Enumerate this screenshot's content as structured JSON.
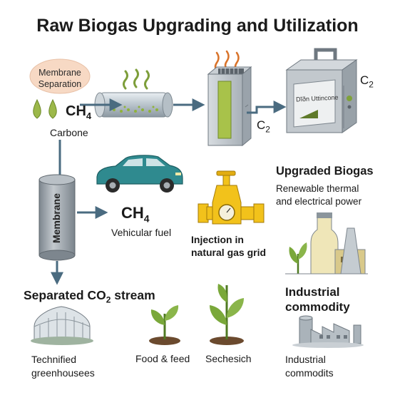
{
  "title": "Raw Biogas Upgrading and Utilization",
  "labels": {
    "membrane_separation": "Membrane Separation",
    "ch4_top": "CH",
    "ch4_top_sub": "4",
    "carbone": "Carbone",
    "c2_mid": "C",
    "c2_mid_sub": "2",
    "c2_right": "C",
    "c2_right_sub": "2",
    "panel_text": "Dĩðn Uttincone",
    "upgraded_biogas": "Upgraded Biogas",
    "renewable_line1": "Renewable thermal",
    "renewable_line2": "and electrical power",
    "membrane": "Membrane",
    "ch4_mid": "CH",
    "ch4_mid_sub": "4",
    "vehicular_fuel": "Vehicular fuel",
    "injection_line1": "Injection in",
    "injection_line2": "natural gas grid",
    "co2_stream_pre": "Separated CO",
    "co2_stream_sub": "2",
    "co2_stream_post": " stream",
    "industrial_commodity_line1": "Industrial",
    "industrial_commodity_line2": "commodity",
    "technified_line1": "Technified",
    "technified_line2": "greenhousees",
    "food_feed": "Food & feed",
    "sechesich": "Sechesich",
    "industrial_commodits_line1": "Industrial",
    "industrial_commodits_line2": "commodits"
  },
  "colors": {
    "arrow": "#4a6b80",
    "membrane_bubble": "#f7d9c4",
    "cylinder": "#9aa3ab",
    "car": "#2f8a8f",
    "valve": "#f2c21b",
    "plant": "#7aa83a",
    "soil": "#6b4a2e",
    "gas_wave": "#7d9e3a",
    "flame": "#d9732a"
  },
  "icons": [
    "gas-droplets-icon",
    "membrane-tube-icon",
    "gas-waves-icon",
    "upgrading-column-icon",
    "flame-icon",
    "upgrading-unit-icon",
    "membrane-cylinder-icon",
    "car-icon",
    "valve-icon",
    "greenhouse-icon",
    "seedling-icon",
    "factory-bottle-icon",
    "factory-icon"
  ]
}
